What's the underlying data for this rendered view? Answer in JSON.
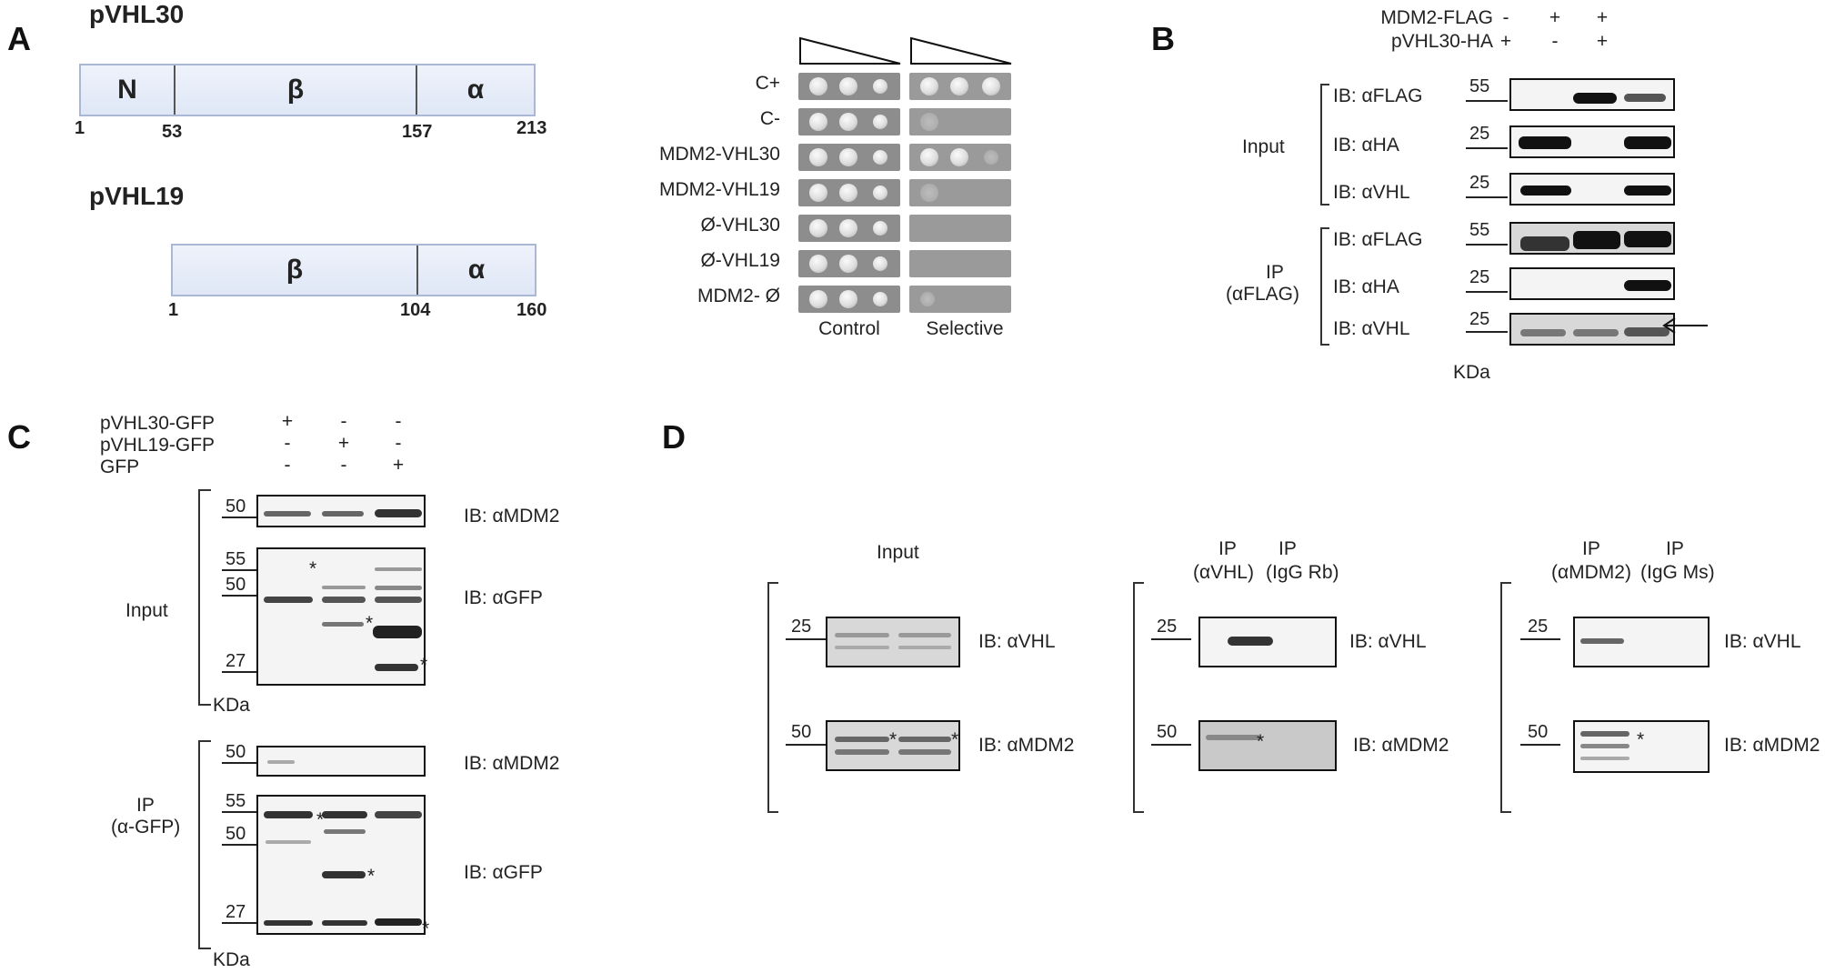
{
  "panel_letters": {
    "a": "A",
    "b": "B",
    "c": "C",
    "d": "D"
  },
  "panel_a": {
    "pvhl30": {
      "title": "pVHL30",
      "domains": [
        "N",
        "β",
        "α"
      ],
      "positions": [
        "1",
        "53",
        "157",
        "213"
      ]
    },
    "pvhl19": {
      "title": "pVHL19",
      "domains": [
        "β",
        "α"
      ],
      "positions": [
        "1",
        "104",
        "160"
      ]
    },
    "y2h_rows": [
      "C+",
      "C-",
      "MDM2-VHL30",
      "MDM2-VHL19",
      "Ø-VHL30",
      "Ø-VHL19",
      "MDM2- Ø"
    ],
    "y2h_columns": [
      "Control",
      "Selective"
    ]
  },
  "panel_b": {
    "conditions": [
      {
        "label": "MDM2-FLAG",
        "values": [
          "-",
          "+",
          "+"
        ]
      },
      {
        "label": "pVHL30-HA",
        "values": [
          "+",
          "-",
          "+"
        ]
      }
    ],
    "groups": [
      "Input",
      "IP",
      "(αFLAG)"
    ],
    "rows": [
      {
        "ib": "IB: αFLAG",
        "mw": "55"
      },
      {
        "ib": "IB: αHA",
        "mw": "25"
      },
      {
        "ib": "IB: αVHL",
        "mw": "25"
      },
      {
        "ib": "IB: αFLAG",
        "mw": "55"
      },
      {
        "ib": "IB: αHA",
        "mw": "25"
      },
      {
        "ib": "IB: αVHL",
        "mw": "25"
      }
    ],
    "unit": "KDa"
  },
  "panel_c": {
    "conditions": [
      {
        "label": "pVHL30-GFP",
        "values": [
          "+",
          "-",
          "-"
        ]
      },
      {
        "label": "pVHL19-GFP",
        "values": [
          "-",
          "+",
          "-"
        ]
      },
      {
        "label": "GFP",
        "values": [
          "-",
          "-",
          "+"
        ]
      }
    ],
    "groups": [
      "Input",
      "IP",
      "(α-GFP)"
    ],
    "blots": [
      {
        "ib": "IB: αMDM2",
        "mw": [
          "50"
        ]
      },
      {
        "ib": "IB: αGFP",
        "mw": [
          "55",
          "50",
          "27"
        ]
      },
      {
        "ib": "IB: αMDM2",
        "mw": [
          "50"
        ]
      },
      {
        "ib": "IB: αGFP",
        "mw": [
          "55",
          "50",
          "27"
        ]
      }
    ],
    "unit": "KDa",
    "star": "*"
  },
  "panel_d": {
    "sections": [
      {
        "headers": [
          "Input"
        ],
        "ib": [
          "IB: αVHL",
          "IB: αMDM2"
        ],
        "mw": [
          "25",
          "50"
        ]
      },
      {
        "headers": [
          "IP",
          "(αVHL)",
          "IP",
          "(IgG Rb)"
        ],
        "ib": [
          "IB: αVHL",
          "IB: αMDM2"
        ],
        "mw": [
          "25",
          "50"
        ]
      },
      {
        "headers": [
          "IP",
          "(αMDM2)",
          "IP",
          "(IgG Ms)"
        ],
        "ib": [
          "IB: αVHL",
          "IB: αMDM2"
        ],
        "mw": [
          "25",
          "50"
        ]
      }
    ],
    "star": "*"
  }
}
